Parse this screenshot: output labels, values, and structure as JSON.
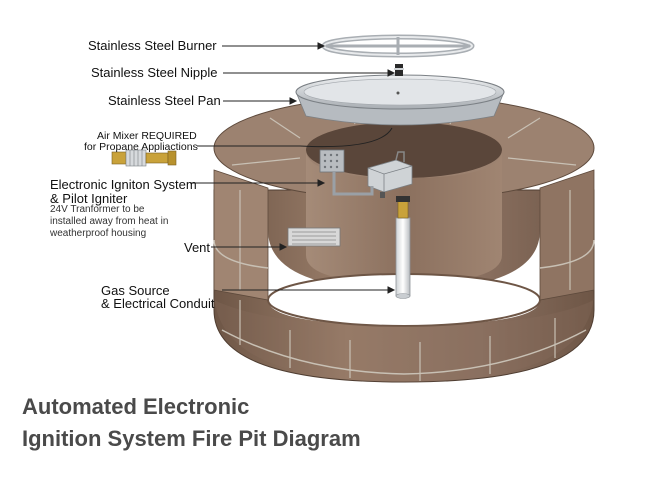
{
  "labels": {
    "burner": "Stainless Steel Burner",
    "nipple": "Stainless Steel Nipple",
    "pan": "Stainless Steel Pan",
    "mixer_line1": "Air Mixer REQUIRED",
    "mixer_line2": "for Propane Appliactions",
    "ignition_line1": "Electronic Igniton System",
    "ignition_line2": "& Pilot Igniter",
    "transformer_line1": "24V Tranformer to be",
    "transformer_line2": "installed away from heat in",
    "transformer_line3": "weatherproof housing",
    "vent": "Vent",
    "gas_line1": "Gas Source",
    "gas_line2": "& Electrical Conduit"
  },
  "caption": {
    "line1": "Automated Electronic",
    "line2": "Ignition System  Fire Pit Diagram"
  },
  "colors": {
    "stone": "#8a7060",
    "stone_light": "#a08470",
    "stone_dark": "#6e5646",
    "mortar": "#c8c0b4",
    "steel": "#d9dcdf",
    "steel_dark": "#9aa0a6",
    "caption_text": "#4a4a4a"
  }
}
